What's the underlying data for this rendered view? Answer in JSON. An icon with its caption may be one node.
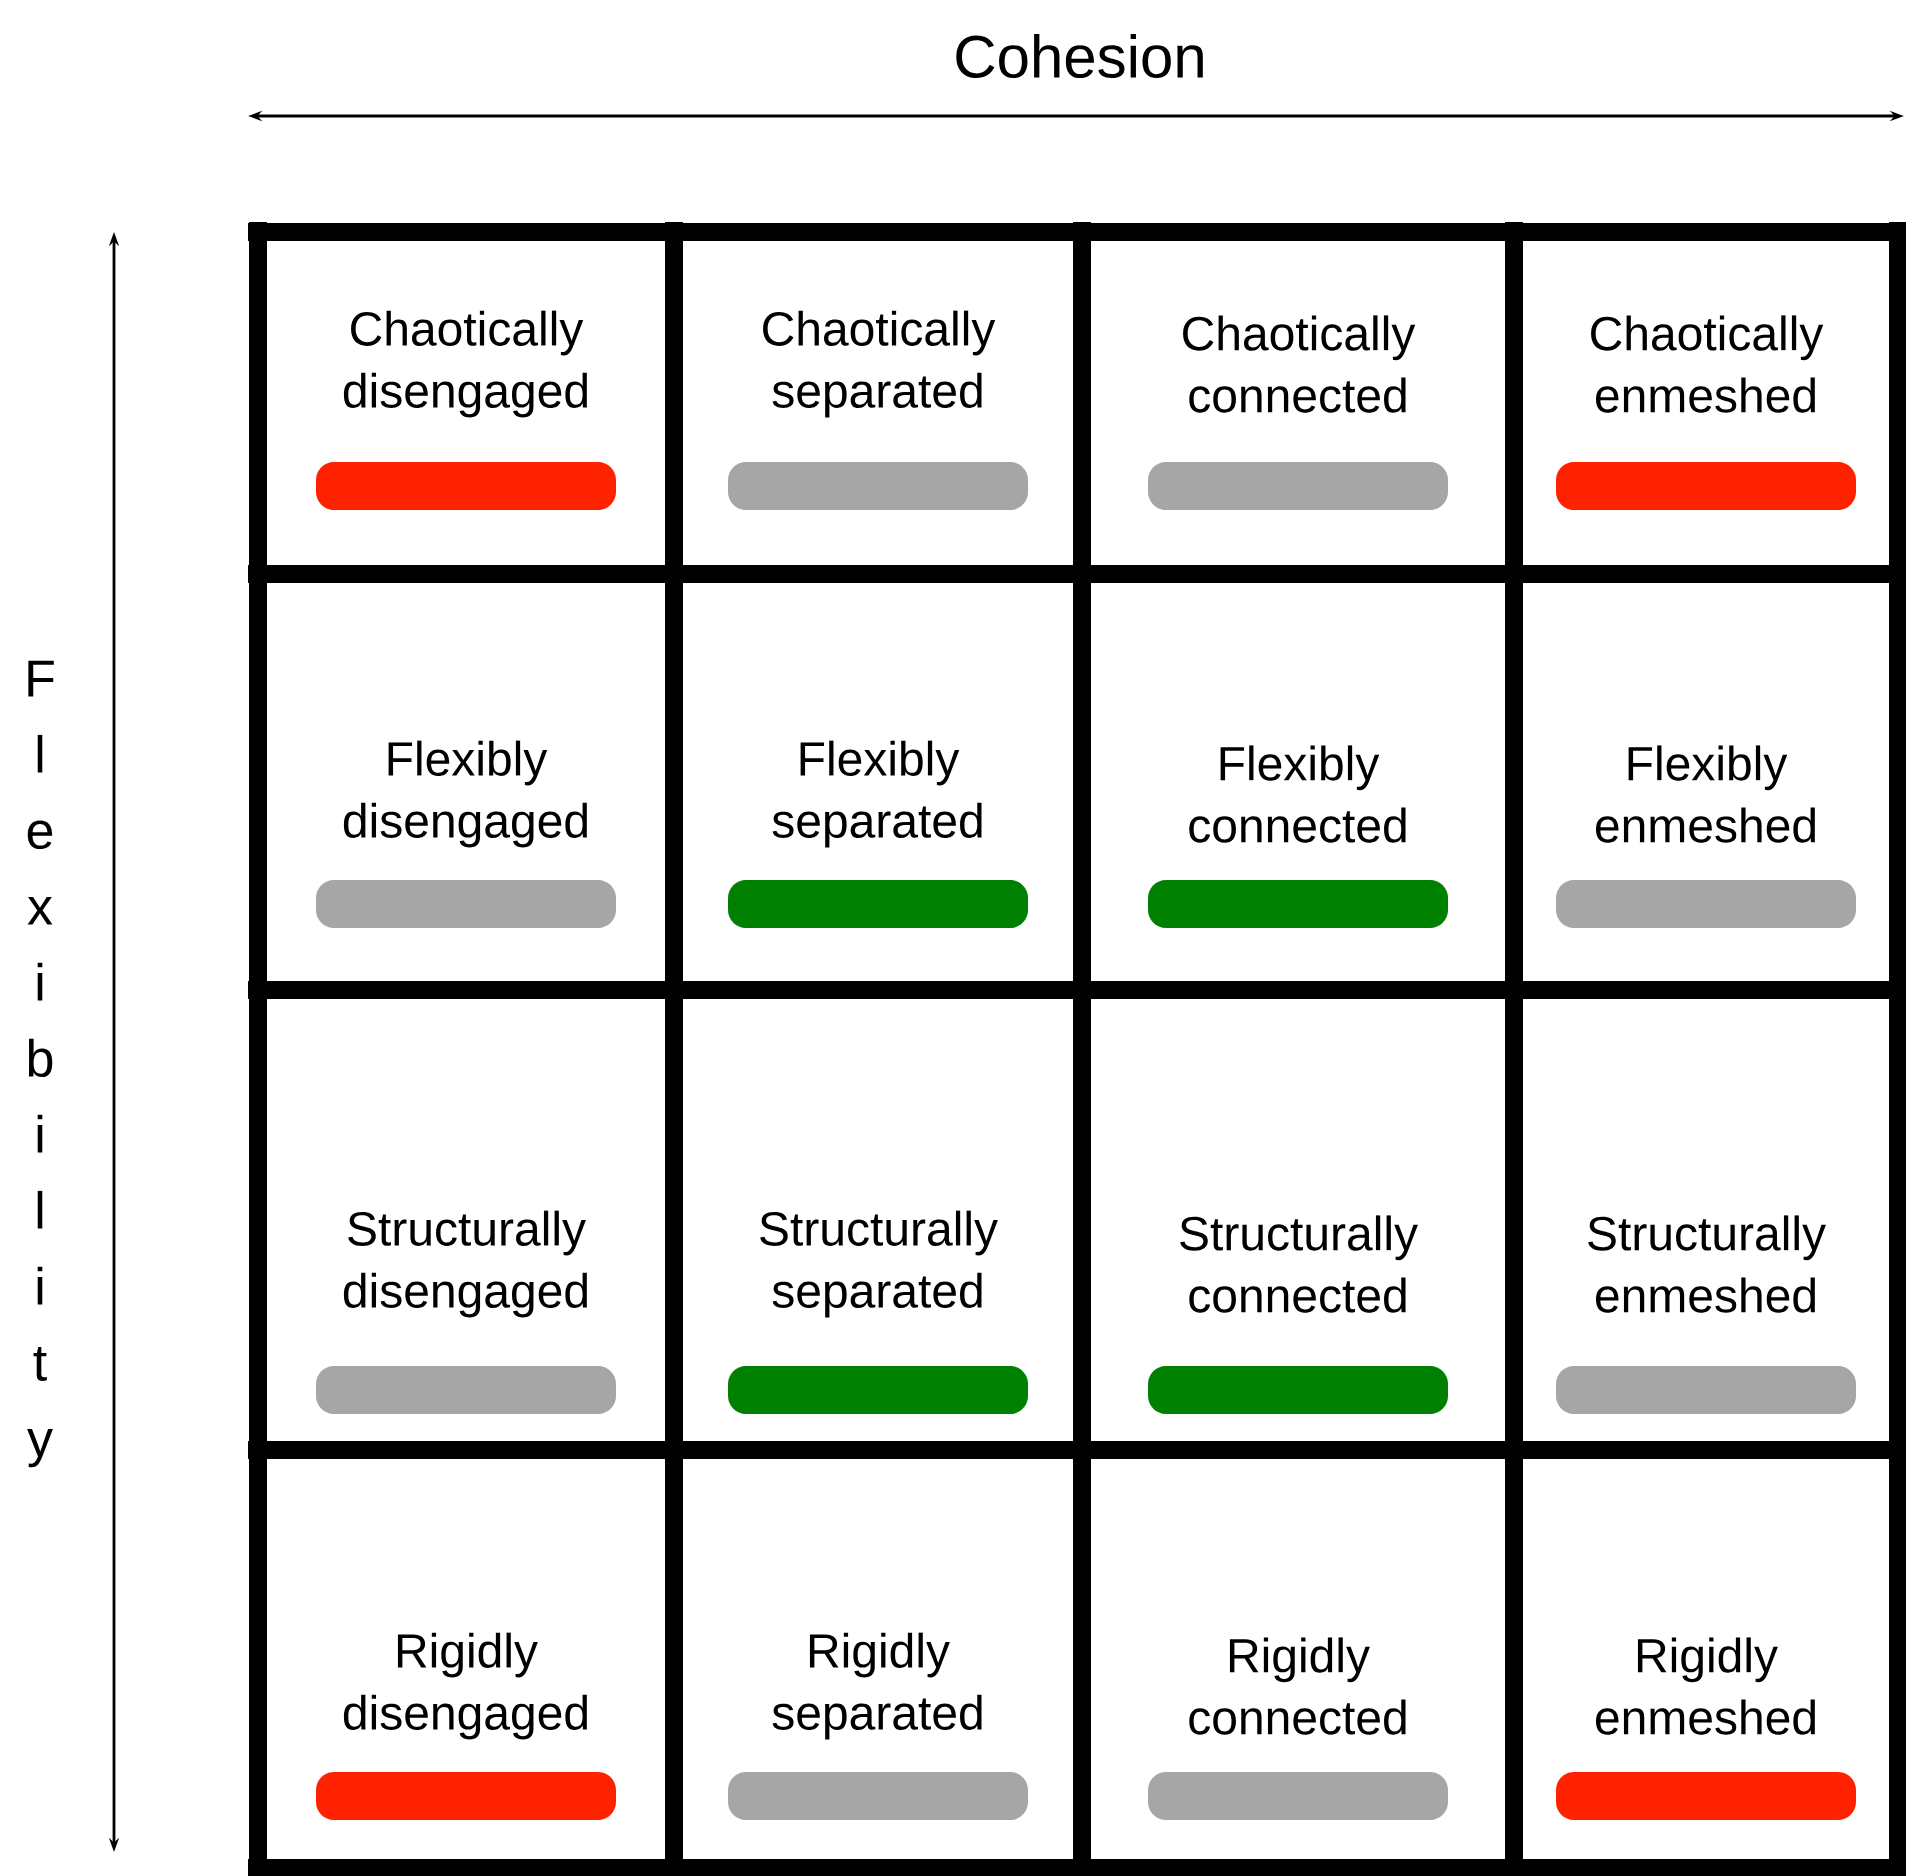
{
  "diagram": {
    "nodes": [
      {
        "text": [
          "Chaotically disengaged"
        ]
      },
      {
        "text": [
          "Chaotically separated"
        ]
      },
      {
        "text": [
          "Chaotically connected"
        ]
      },
      {
        "text": [
          "Chaotically enmeshed"
        ]
      },
      {
        "text": [
          "Flexibly disengaged"
        ]
      },
      {
        "text": [
          "Flexibly separated"
        ]
      },
      {
        "text": [
          "Flexibly connected"
        ]
      },
      {
        "text": [
          "Flexibly enmeshed"
        ]
      },
      {
        "text": [
          "Structurally disengaged"
        ]
      },
      {
        "text": [
          "Structurally separated"
        ]
      },
      {
        "text": [
          "Structurally connected"
        ]
      },
      {
        "text": [
          "Structurally enmeshed"
        ]
      },
      {
        "text": [
          "Rigidly disengaged"
        ]
      },
      {
        "text": [
          "Rigidly separated"
        ]
      },
      {
        "text": [
          "Rigidly connected"
        ]
      },
      {
        "text": [
          "Rigidly enmeshed"
        ]
      }
    ],
    "labels": [
      "Cohesion",
      "Flexibility"
    ]
  }
}
